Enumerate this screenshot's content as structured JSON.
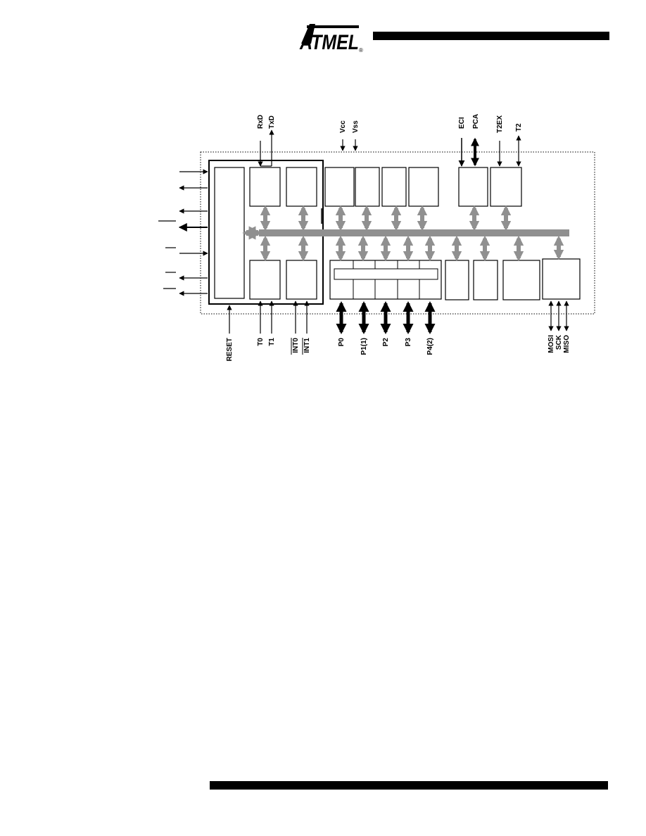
{
  "header": {
    "logo_text": "ATMEL",
    "registered_mark": "®",
    "accent_bar_color": "#000000"
  },
  "diagram": {
    "bus_color": "#909090",
    "line_color": "#000000",
    "top_signals": {
      "rxd": "RxD",
      "txd": "TxD",
      "vcc": "Vcc",
      "vss": "Vss",
      "eci": "ECI",
      "pca": "PCA",
      "t2ex": "T2EX",
      "t2": "T2"
    },
    "bottom_signals": {
      "reset": "RESET",
      "t0": "T0",
      "t1": "T1",
      "int0": "INT0",
      "int1": "INT1",
      "p0": "P0",
      "p1": "P1(1)",
      "p2": "P2",
      "p3": "P3",
      "p4": "P4(2)",
      "mosi": "MOSI",
      "sck": "SCK",
      "miso": "MISO"
    }
  }
}
